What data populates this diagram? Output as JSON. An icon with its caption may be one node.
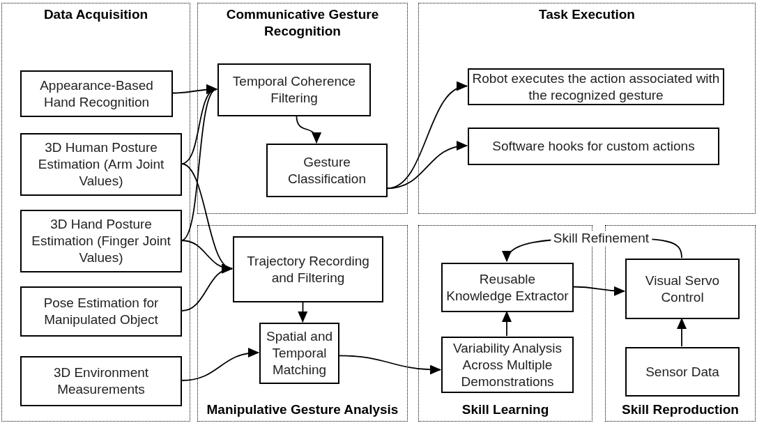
{
  "diagram": {
    "nodes": [
      {
        "text": [
          "Data Acquisition"
        ]
      },
      {
        "text": [
          "Communicative Gesture Recognition"
        ]
      },
      {
        "text": [
          "Task Execution"
        ]
      },
      {
        "text": [
          "Manipulative Gesture Analysis"
        ]
      },
      {
        "text": [
          "Skill Learning"
        ]
      },
      {
        "text": [
          "Skill Reproduction"
        ]
      },
      {
        "text": [
          "Appearance-Based Hand Recognition"
        ],
        "in": 0
      },
      {
        "text": [
          "3D Human Posture Estimation (Arm Joint Values)"
        ],
        "in": 0
      },
      {
        "text": [
          "3D Hand Posture Estimation (Finger Joint Values)"
        ],
        "in": 0
      },
      {
        "text": [
          "Pose Estimation for Manipulated Object"
        ],
        "in": 0
      },
      {
        "text": [
          "3D Environment Measurements"
        ],
        "in": 0
      },
      {
        "text": [
          "Temporal Coherence Filtering"
        ],
        "in": 1
      },
      {
        "text": [
          "Gesture Classification"
        ],
        "in": 1
      },
      {
        "text": [
          "Robot executes the action associated with the recognized gesture"
        ],
        "in": 2
      },
      {
        "text": [
          "Software hooks for custom actions"
        ],
        "in": 2
      },
      {
        "text": [
          "Trajectory Recording and Filtering"
        ],
        "in": 3
      },
      {
        "text": [
          "Spatial and Temporal Matching"
        ],
        "in": 3
      },
      {
        "text": [
          "Reusable Knowledge Extractor"
        ],
        "in": 4
      },
      {
        "text": [
          "Variability Analysis Across Multiple Demonstrations"
        ],
        "in": 4
      },
      {
        "text": [
          "Visual Servo Control"
        ],
        "in": 5
      },
      {
        "text": [
          "Sensor Data"
        ],
        "in": 5
      }
    ],
    "edges": [
      {
        "from": 6,
        "to": 11,
        "arrow": "to"
      },
      {
        "from": 7,
        "to": 11,
        "arrow": "to"
      },
      {
        "from": 8,
        "to": 11,
        "arrow": "to"
      },
      {
        "from": 7,
        "to": 15,
        "arrow": "to"
      },
      {
        "from": 8,
        "to": 15,
        "arrow": "to"
      },
      {
        "from": 9,
        "to": 15,
        "arrow": "to"
      },
      {
        "from": 11,
        "to": 12,
        "arrow": "to"
      },
      {
        "from": 12,
        "to": 13,
        "arrow": "to"
      },
      {
        "from": 12,
        "to": 14,
        "arrow": "to"
      },
      {
        "from": 15,
        "to": 16,
        "arrow": "to"
      },
      {
        "from": 10,
        "to": 16,
        "arrow": "to"
      },
      {
        "from": 16,
        "to": 18,
        "arrow": "to"
      },
      {
        "from": 18,
        "to": 17,
        "arrow": "to"
      },
      {
        "from": 17,
        "to": 19,
        "arrow": "to"
      },
      {
        "from": 20,
        "to": 19,
        "arrow": "to"
      },
      {
        "from": 19,
        "to": 17,
        "arrow": "to",
        "label": "Skill Refinement"
      }
    ]
  }
}
